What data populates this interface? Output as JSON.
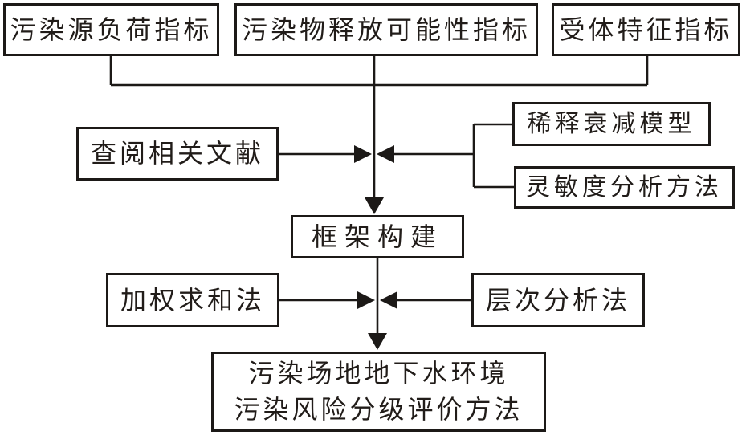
{
  "diagram": {
    "type": "flowchart",
    "colors": {
      "background": "#ffffff",
      "line": "#1c1917",
      "text": "#211c19"
    },
    "boxes": {
      "source_load": {
        "label": "污染源负荷指标"
      },
      "release_possibility": {
        "label": "污染物释放可能性指标"
      },
      "receptor": {
        "label": "受体特征指标"
      },
      "literature": {
        "label": "查阅相关文献"
      },
      "dilution_model": {
        "label": "稀释衰减模型"
      },
      "sensitivity_method": {
        "label": "灵敏度分析方法"
      },
      "framework": {
        "label": "框架构建"
      },
      "weighted_sum": {
        "label": "加权求和法"
      },
      "ahp": {
        "label": "层次分析法"
      },
      "final": {
        "line1": "污染场地地下水环境",
        "line2": "污染风险分级评价方法"
      }
    }
  }
}
